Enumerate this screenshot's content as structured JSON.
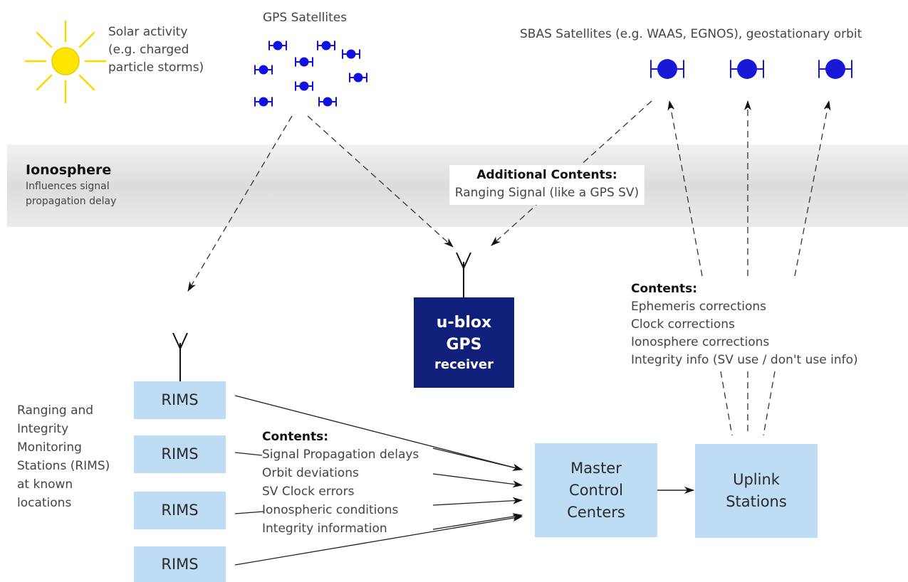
{
  "sun": {
    "label_lines": [
      "Solar activity",
      "(e.g. charged",
      "particle storms)"
    ],
    "color": "#ffe600"
  },
  "gps": {
    "label": "GPS Satellites",
    "color": "#1010e0"
  },
  "sbas": {
    "label": "SBAS Satellites (e.g. WAAS, EGNOS), geostationary orbit",
    "color": "#1818d8"
  },
  "ionosphere": {
    "title": "Ionosphere",
    "desc_lines": [
      "Influences signal",
      "propagation delay"
    ]
  },
  "additional": {
    "title": "Additional Contents:",
    "body": "Ranging Signal (like a GPS SV)"
  },
  "receiver": {
    "line1": "u-blox",
    "line2": "GPS",
    "line3": "receiver",
    "color": "#0f1f7a"
  },
  "uplink_contents": {
    "title": "Contents:",
    "items": [
      "Ephemeris corrections",
      "Clock corrections",
      "Ionosphere corrections",
      "Integrity info (SV use / don't use info)"
    ]
  },
  "rims": {
    "label": "RIMS",
    "count": 4,
    "desc_lines": [
      "Ranging and",
      "Integrity",
      "Monitoring",
      "Stations (RIMS)",
      "at known",
      "locations"
    ]
  },
  "rims_contents": {
    "title": "Contents:",
    "items": [
      "Signal Propagation delays",
      "Orbit deviations",
      "SV Clock errors",
      "Ionospheric conditions",
      "Integrity information"
    ]
  },
  "master": {
    "lines": [
      "Master",
      "Control",
      "Centers"
    ]
  },
  "uplink": {
    "lines": [
      "Uplink",
      "Stations"
    ]
  },
  "box_color": "#bfdcf5"
}
